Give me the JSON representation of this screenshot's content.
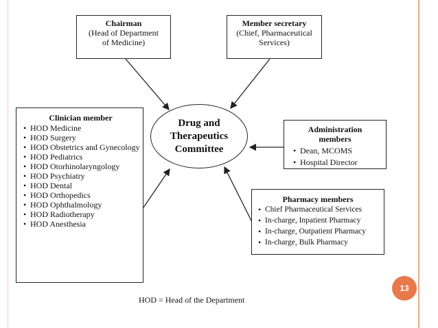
{
  "slide": {
    "page_number": "13",
    "footnote": "HOD = Head of the Department",
    "accent_color": "#e8794a"
  },
  "committee": {
    "label": "Drug and\nTherapeutics\nCommittee"
  },
  "chairman": {
    "title": "Chairman",
    "line1": "(Head of Department",
    "line2": "of Medicine)"
  },
  "secretary": {
    "title": "Member secretary",
    "line1": "(Chief, Pharmaceutical",
    "line2": "Services)"
  },
  "clinician": {
    "title": "Clinician member",
    "items": [
      "HOD Medicine",
      "HOD Surgery",
      "HOD Obstetrics and Gynecology",
      "HOD Pediatrics",
      "HOD Otorhinolaryngology",
      "HOD Psychiatry",
      "HOD Dental",
      "HOD Orthopedics",
      "HOD Ophthalmology",
      "HOD Radiotherapy",
      "HOD Anesthesia"
    ]
  },
  "administration": {
    "title_line1": "Administration",
    "title_line2": "members",
    "items": [
      "Dean, MCOMS",
      "Hospital Director"
    ]
  },
  "pharmacy": {
    "title": "Pharmacy members",
    "items": [
      "Chief Pharmaceutical Services",
      "In-charge, Inpatient Pharmacy",
      "In-charge, Outpatient Pharmacy",
      "In-charge, Bulk Pharmacy"
    ]
  }
}
